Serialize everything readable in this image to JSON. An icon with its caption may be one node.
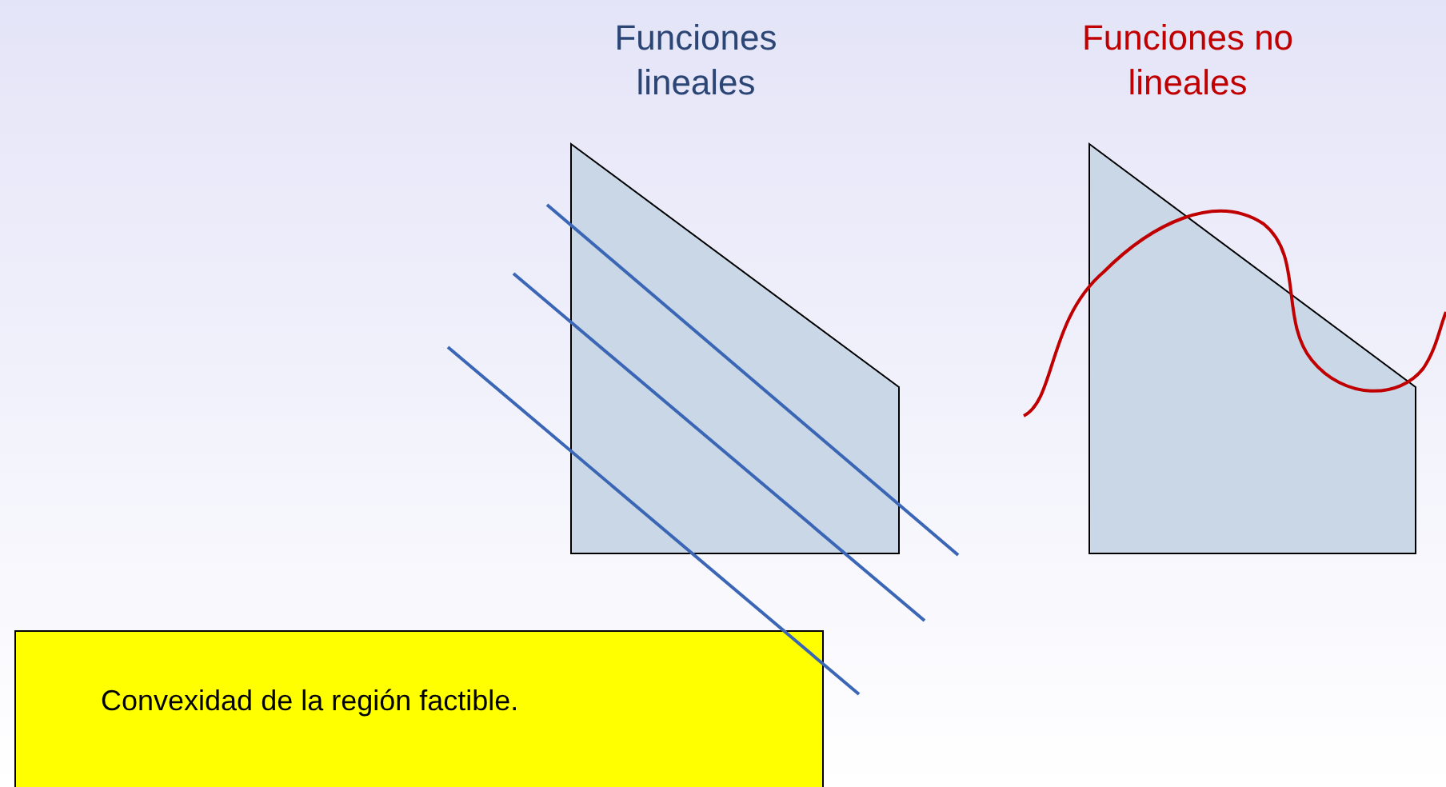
{
  "diagram": {
    "nodes": [
      {
        "text": [
          "Convexidad de la región factible."
        ]
      }
    ],
    "labels": [
      "Funciones lineales",
      "Funciones no lineales"
    ]
  }
}
